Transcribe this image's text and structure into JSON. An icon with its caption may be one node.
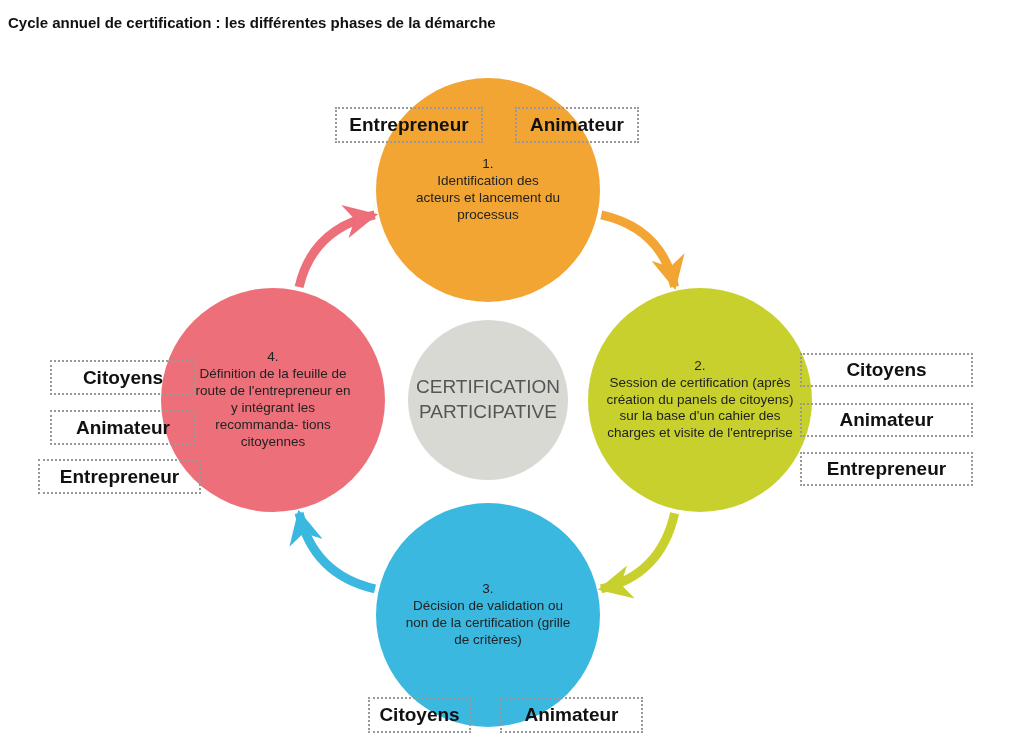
{
  "diagram": {
    "title": "Cycle annuel de certification : les différentes phases de la démarche",
    "nodes": [
      {
        "text": [
          "1.",
          "Identification des acteurs et lancement du processus"
        ]
      },
      {
        "text": [
          "Entrepreneur"
        ]
      },
      {
        "text": [
          "Animateur"
        ]
      },
      {
        "text": [
          "2.",
          "Session de certification (après création du panels de citoyens) sur la base d'un cahier des charges et visite de l'entreprise"
        ]
      },
      {
        "text": [
          "Citoyens"
        ]
      },
      {
        "text": [
          "Animateur"
        ]
      },
      {
        "text": [
          "Entrepreneur"
        ]
      },
      {
        "text": [
          "3.",
          "Décision de validation ou non de la certification (grille de critères)"
        ]
      },
      {
        "text": [
          "Citoyens"
        ]
      },
      {
        "text": [
          "Animateur"
        ]
      },
      {
        "text": [
          "4.",
          "Définition de la feuille de route de l'entrepreneur en y intégrant les recommanda- tions citoyennes"
        ]
      },
      {
        "text": [
          "Citoyens"
        ]
      },
      {
        "text": [
          "Animateur"
        ]
      },
      {
        "text": [
          "Entrepreneur"
        ]
      },
      {
        "text": [
          "CERTIFICATION PARTICIPATIVE"
        ]
      }
    ],
    "edges": [
      {
        "from": 0,
        "to": 3,
        "arrow": "to",
        "color": "#f2a533"
      },
      {
        "from": 3,
        "to": 7,
        "arrow": "to",
        "color": "#c8d02e"
      },
      {
        "from": 7,
        "to": 10,
        "arrow": "to",
        "color": "#3bb8e0"
      },
      {
        "from": 10,
        "to": 0,
        "arrow": "to",
        "color": "#ec6f79"
      }
    ]
  }
}
